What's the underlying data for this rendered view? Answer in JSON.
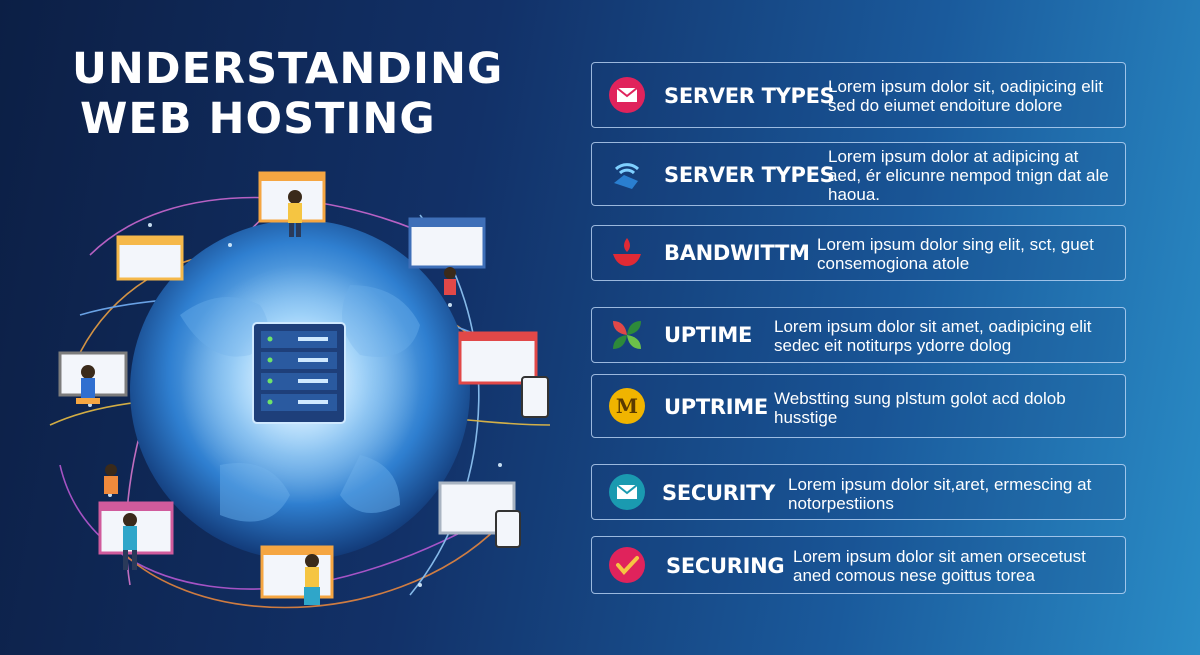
{
  "heading": {
    "line1": "UNDERSTANDING",
    "line2": "WEB HOSTING"
  },
  "colors": {
    "background_dark": "#0c1f45",
    "background_light": "#2a8cc6",
    "card_border": "#c8e1ff",
    "globe": "#2f7fd0"
  },
  "cards": [
    {
      "icon": "envelope-icon",
      "icon_color": "#e0235c",
      "title": "SERVER TYPES",
      "desc_line1": "Lorem ipsum dolor sit, oadipicing elit",
      "desc_line2": "sed do eiumet endoiture dolore",
      "desc_line3": ""
    },
    {
      "icon": "wifi-hand-icon",
      "icon_color": "#2a7fd0",
      "title": "SERVER TYPES",
      "desc_line1": "Lorem ipsum dolor at adipicing at",
      "desc_line2": "aed, ér elicunre nempod tnign dat ale",
      "desc_line3": "haoua."
    },
    {
      "icon": "flame-bowl-icon",
      "icon_color": "#e02a35",
      "title": "BANDWITTM",
      "desc_line1": "Lorem ipsum dolor  sing elit, sct, guet",
      "desc_line2": "consemogiona atole",
      "desc_line3": ""
    },
    {
      "icon": "four-petal-icon",
      "icon_color": "#2d8a3a",
      "title": "UPTIME",
      "desc_line1": "Lorem ipsum dolor sit amet,  oadipicing elit",
      "desc_line2": "sedec eit notiturps  ydorre dolog",
      "desc_line3": ""
    },
    {
      "icon": "m-badge-icon",
      "icon_color": "#f0b400",
      "title": "UPTRIME",
      "desc_line1": "Webstting sung plstum golot acd dolob",
      "desc_line2": "husstige",
      "desc_line3": ""
    },
    {
      "icon": "mail-bubble-icon",
      "icon_color": "#1a9ab0",
      "title": "SECURITY",
      "desc_line1": "Lorem ipsum dolor sit,aret, ermescing at",
      "desc_line2": "notorpestiions",
      "desc_line3": ""
    },
    {
      "icon": "checkmark-icon",
      "icon_color": "#e0235c",
      "title": "SECURING",
      "desc_line1": "Lorem ipsum dolor sit amen  orsecetust",
      "desc_line2": "aned comous nese goittus torea",
      "desc_line3": ""
    }
  ]
}
